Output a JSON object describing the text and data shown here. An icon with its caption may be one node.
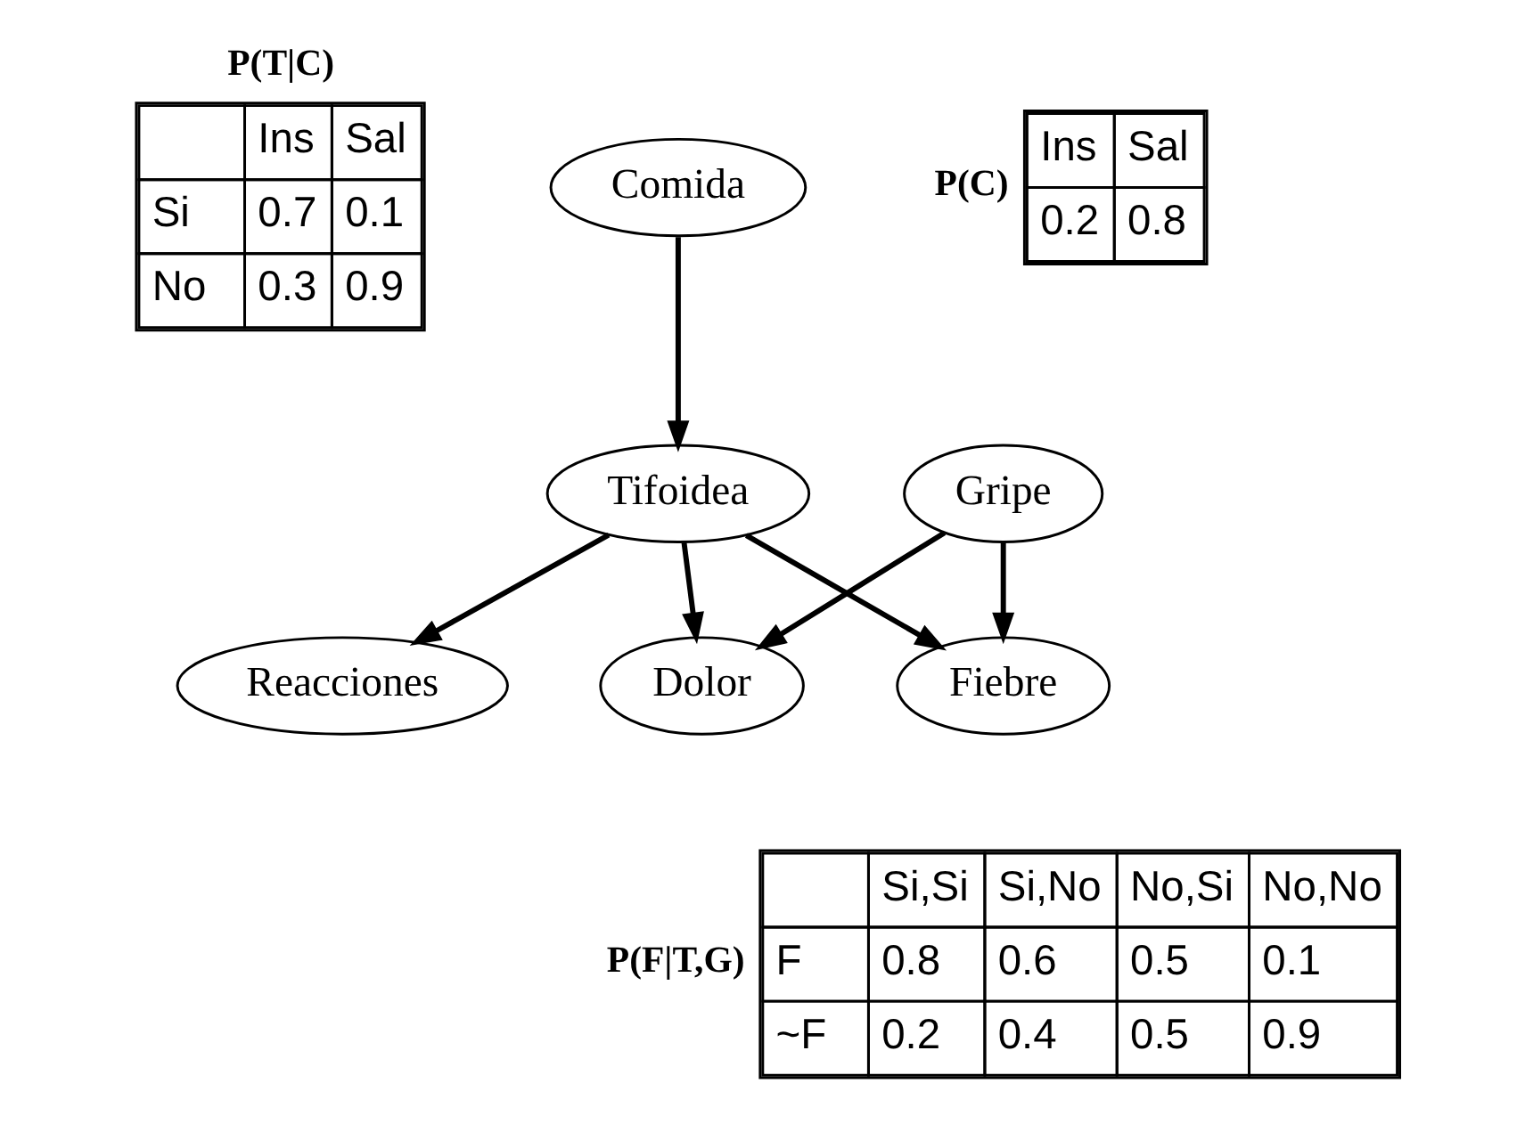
{
  "diagram": {
    "nodes": [
      {
        "text": [
          "Comida"
        ]
      },
      {
        "text": [
          "Tifoidea"
        ]
      },
      {
        "text": [
          "Gripe"
        ]
      },
      {
        "text": [
          "Reacciones"
        ]
      },
      {
        "text": [
          "Fiebre"
        ]
      },
      {
        "text": [
          "Dolor"
        ]
      }
    ],
    "edges": [
      {
        "from": 0,
        "to": 1,
        "arrow": "to"
      },
      {
        "from": 1,
        "to": 3,
        "arrow": "to"
      },
      {
        "from": 1,
        "to": 4,
        "arrow": "to"
      },
      {
        "from": 1,
        "to": 5,
        "arrow": "to"
      },
      {
        "from": 2,
        "to": 4,
        "arrow": "to"
      },
      {
        "from": 2,
        "to": 5,
        "arrow": "to"
      }
    ],
    "labels": [
      "P(T|C)",
      "Ins",
      "Sal",
      "Si",
      "0.7",
      "0.1",
      "No",
      "0.3",
      "0.9",
      "P(C)",
      "Ins",
      "Sal",
      "0.2",
      "0.8",
      "P(F|T,G)",
      "Si,Si",
      "Si,No",
      "No,Si",
      "No,No",
      "F",
      "0.8",
      "0.6",
      "0.5",
      "0.1",
      "~F",
      "0.2",
      "0.4",
      "0.5",
      "0.9"
    ]
  }
}
